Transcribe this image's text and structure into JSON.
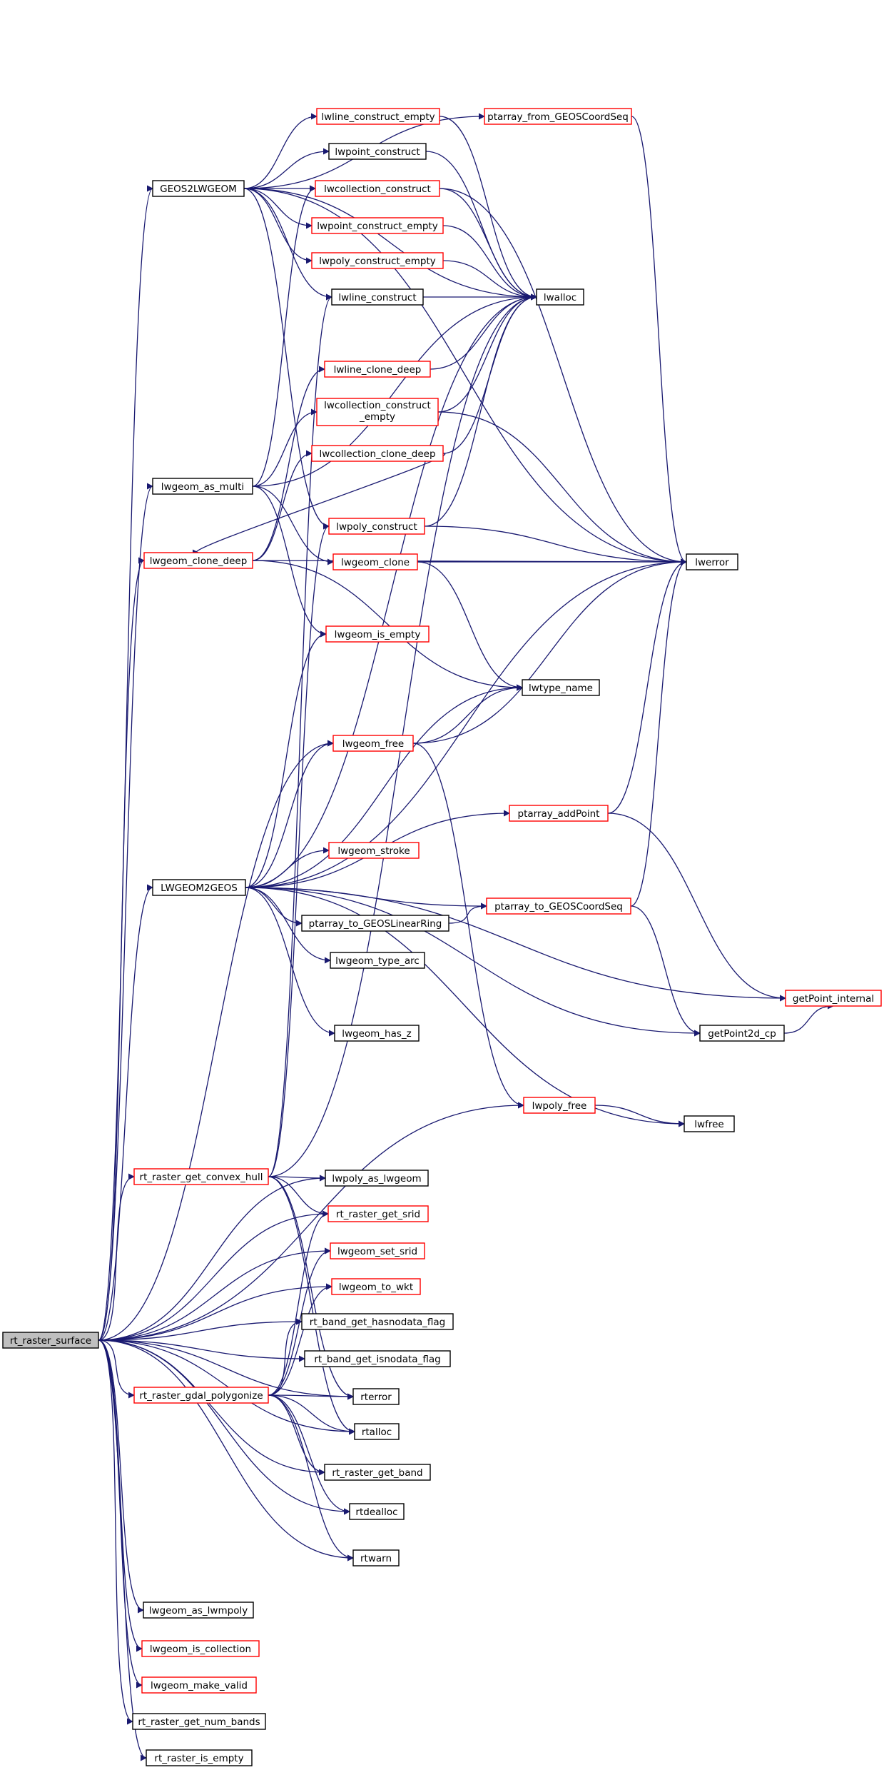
{
  "colors": {
    "edge": "#191970",
    "border_black": "#000000",
    "border_red": "#ff0000",
    "root_fill": "#bfbfbf",
    "fill": "#ffffff"
  },
  "nodes": {
    "rt_raster_surface": {
      "label": "rt_raster_surface",
      "style": "root"
    },
    "GEOS2LWGEOM": {
      "label": "GEOS2LWGEOM",
      "style": "black"
    },
    "lwline_construct_empty": {
      "label": "lwline_construct_empty",
      "style": "red"
    },
    "ptarray_from_GEOSCoordSeq": {
      "label": "ptarray_from_GEOSCoordSeq",
      "style": "red"
    },
    "lwpoint_construct": {
      "label": "lwpoint_construct",
      "style": "black"
    },
    "lwcollection_construct": {
      "label": "lwcollection_construct",
      "style": "red"
    },
    "lwpoint_construct_empty": {
      "label": "lwpoint_construct_empty",
      "style": "red"
    },
    "lwpoly_construct_empty": {
      "label": "lwpoly_construct_empty",
      "style": "red"
    },
    "lwline_construct": {
      "label": "lwline_construct",
      "style": "black"
    },
    "lwalloc": {
      "label": "lwalloc",
      "style": "black"
    },
    "lwline_clone_deep": {
      "label": "lwline_clone_deep",
      "style": "red"
    },
    "lwcollection_construct_empty": {
      "label": "lwcollection_construct",
      "label2": "_empty",
      "style": "red"
    },
    "lwcollection_clone_deep": {
      "label": "lwcollection_clone_deep",
      "style": "red"
    },
    "lwgeom_as_multi": {
      "label": "lwgeom_as_multi",
      "style": "black"
    },
    "lwpoly_construct": {
      "label": "lwpoly_construct",
      "style": "red"
    },
    "lwgeom_clone_deep": {
      "label": "lwgeom_clone_deep",
      "style": "red"
    },
    "lwgeom_clone": {
      "label": "lwgeom_clone",
      "style": "red"
    },
    "lwerror": {
      "label": "lwerror",
      "style": "black"
    },
    "lwgeom_is_empty": {
      "label": "lwgeom_is_empty",
      "style": "red"
    },
    "lwtype_name": {
      "label": "lwtype_name",
      "style": "black"
    },
    "lwgeom_free": {
      "label": "lwgeom_free",
      "style": "red"
    },
    "ptarray_addPoint": {
      "label": "ptarray_addPoint",
      "style": "red"
    },
    "lwgeom_stroke": {
      "label": "lwgeom_stroke",
      "style": "red"
    },
    "LWGEOM2GEOS": {
      "label": "LWGEOM2GEOS",
      "style": "black"
    },
    "ptarray_to_GEOSCoordSeq": {
      "label": "ptarray_to_GEOSCoordSeq",
      "style": "red"
    },
    "ptarray_to_GEOSLinearRing": {
      "label": "ptarray_to_GEOSLinearRing",
      "style": "black"
    },
    "lwgeom_type_arc": {
      "label": "lwgeom_type_arc",
      "style": "black"
    },
    "getPoint_internal": {
      "label": "getPoint_internal",
      "style": "red"
    },
    "lwgeom_has_z": {
      "label": "lwgeom_has_z",
      "style": "black"
    },
    "getPoint2d_cp": {
      "label": "getPoint2d_cp",
      "style": "black"
    },
    "lwpoly_free": {
      "label": "lwpoly_free",
      "style": "red"
    },
    "lwfree": {
      "label": "lwfree",
      "style": "black"
    },
    "rt_raster_get_convex_hull": {
      "label": "rt_raster_get_convex_hull",
      "style": "red"
    },
    "lwpoly_as_lwgeom": {
      "label": "lwpoly_as_lwgeom",
      "style": "black"
    },
    "rt_raster_get_srid": {
      "label": "rt_raster_get_srid",
      "style": "red"
    },
    "lwgeom_set_srid": {
      "label": "lwgeom_set_srid",
      "style": "red"
    },
    "lwgeom_to_wkt": {
      "label": "lwgeom_to_wkt",
      "style": "red"
    },
    "rt_band_get_hasnodata_flag": {
      "label": "rt_band_get_hasnodata_flag",
      "style": "black"
    },
    "rt_band_get_isnodata_flag": {
      "label": "rt_band_get_isnodata_flag",
      "style": "black"
    },
    "rt_raster_gdal_polygonize": {
      "label": "rt_raster_gdal_polygonize",
      "style": "red"
    },
    "rterror": {
      "label": "rterror",
      "style": "black"
    },
    "rtalloc": {
      "label": "rtalloc",
      "style": "black"
    },
    "rt_raster_get_band": {
      "label": "rt_raster_get_band",
      "style": "black"
    },
    "rtdealloc": {
      "label": "rtdealloc",
      "style": "black"
    },
    "rtwarn": {
      "label": "rtwarn",
      "style": "black"
    },
    "lwgeom_as_lwmpoly": {
      "label": "lwgeom_as_lwmpoly",
      "style": "black"
    },
    "lwgeom_is_collection": {
      "label": "lwgeom_is_collection",
      "style": "red"
    },
    "lwgeom_make_valid": {
      "label": "lwgeom_make_valid",
      "style": "red"
    },
    "rt_raster_get_num_bands": {
      "label": "rt_raster_get_num_bands",
      "style": "black"
    },
    "rt_raster_is_empty": {
      "label": "rt_raster_is_empty",
      "style": "black"
    }
  },
  "edges": [
    [
      "rt_raster_surface",
      "GEOS2LWGEOM"
    ],
    [
      "rt_raster_surface",
      "lwgeom_as_multi"
    ],
    [
      "rt_raster_surface",
      "lwgeom_clone_deep"
    ],
    [
      "rt_raster_surface",
      "lwgeom_free"
    ],
    [
      "rt_raster_surface",
      "LWGEOM2GEOS"
    ],
    [
      "rt_raster_surface",
      "lwpoly_free"
    ],
    [
      "rt_raster_surface",
      "rt_raster_get_convex_hull"
    ],
    [
      "rt_raster_surface",
      "lwpoly_as_lwgeom"
    ],
    [
      "rt_raster_surface",
      "rt_raster_get_srid"
    ],
    [
      "rt_raster_surface",
      "lwgeom_set_srid"
    ],
    [
      "rt_raster_surface",
      "lwgeom_to_wkt"
    ],
    [
      "rt_raster_surface",
      "rt_band_get_hasnodata_flag"
    ],
    [
      "rt_raster_surface",
      "rt_band_get_isnodata_flag"
    ],
    [
      "rt_raster_surface",
      "rt_raster_gdal_polygonize"
    ],
    [
      "rt_raster_surface",
      "rterror"
    ],
    [
      "rt_raster_surface",
      "rtalloc"
    ],
    [
      "rt_raster_surface",
      "rt_raster_get_band"
    ],
    [
      "rt_raster_surface",
      "rtdealloc"
    ],
    [
      "rt_raster_surface",
      "rtwarn"
    ],
    [
      "rt_raster_surface",
      "lwgeom_as_lwmpoly"
    ],
    [
      "rt_raster_surface",
      "lwgeom_is_collection"
    ],
    [
      "rt_raster_surface",
      "lwgeom_make_valid"
    ],
    [
      "rt_raster_surface",
      "rt_raster_get_num_bands"
    ],
    [
      "rt_raster_surface",
      "rt_raster_is_empty"
    ],
    [
      "GEOS2LWGEOM",
      "lwline_construct_empty"
    ],
    [
      "GEOS2LWGEOM",
      "ptarray_from_GEOSCoordSeq"
    ],
    [
      "GEOS2LWGEOM",
      "lwpoint_construct"
    ],
    [
      "GEOS2LWGEOM",
      "lwcollection_construct"
    ],
    [
      "GEOS2LWGEOM",
      "lwpoint_construct_empty"
    ],
    [
      "GEOS2LWGEOM",
      "lwpoly_construct_empty"
    ],
    [
      "GEOS2LWGEOM",
      "lwline_construct"
    ],
    [
      "GEOS2LWGEOM",
      "lwalloc"
    ],
    [
      "GEOS2LWGEOM",
      "lwerror"
    ],
    [
      "GEOS2LWGEOM",
      "lwpoly_construct"
    ],
    [
      "lwline_construct_empty",
      "lwalloc"
    ],
    [
      "ptarray_from_GEOSCoordSeq",
      "lwerror"
    ],
    [
      "lwpoint_construct",
      "lwalloc"
    ],
    [
      "lwcollection_construct",
      "lwalloc"
    ],
    [
      "lwcollection_construct",
      "lwerror"
    ],
    [
      "lwpoint_construct_empty",
      "lwalloc"
    ],
    [
      "lwpoly_construct_empty",
      "lwalloc"
    ],
    [
      "lwline_construct",
      "lwalloc"
    ],
    [
      "lwline_clone_deep",
      "lwalloc"
    ],
    [
      "lwcollection_construct_empty",
      "lwalloc"
    ],
    [
      "lwcollection_construct_empty",
      "lwerror"
    ],
    [
      "lwcollection_clone_deep",
      "lwalloc"
    ],
    [
      "lwcollection_clone_deep",
      "lwgeom_clone_deep"
    ],
    [
      "lwpoly_construct",
      "lwalloc"
    ],
    [
      "lwpoly_construct",
      "lwerror"
    ],
    [
      "lwgeom_as_multi",
      "lwcollection_construct"
    ],
    [
      "lwgeom_as_multi",
      "lwalloc"
    ],
    [
      "lwgeom_as_multi",
      "lwcollection_construct_empty"
    ],
    [
      "lwgeom_as_multi",
      "lwgeom_clone"
    ],
    [
      "lwgeom_as_multi",
      "lwgeom_is_empty"
    ],
    [
      "lwgeom_clone_deep",
      "lwline_clone_deep"
    ],
    [
      "lwgeom_clone_deep",
      "lwcollection_clone_deep"
    ],
    [
      "lwgeom_clone_deep",
      "lwerror"
    ],
    [
      "lwgeom_clone_deep",
      "lwtype_name"
    ],
    [
      "lwgeom_clone",
      "lwerror"
    ],
    [
      "lwgeom_clone",
      "lwtype_name"
    ],
    [
      "lwgeom_free",
      "lwerror"
    ],
    [
      "lwgeom_free",
      "lwtype_name"
    ],
    [
      "lwgeom_free",
      "lwpoly_free"
    ],
    [
      "ptarray_addPoint",
      "lwerror"
    ],
    [
      "ptarray_addPoint",
      "getPoint_internal"
    ],
    [
      "LWGEOM2GEOS",
      "lwalloc"
    ],
    [
      "LWGEOM2GEOS",
      "lwerror"
    ],
    [
      "LWGEOM2GEOS",
      "lwgeom_is_empty"
    ],
    [
      "LWGEOM2GEOS",
      "lwtype_name"
    ],
    [
      "LWGEOM2GEOS",
      "lwgeom_free"
    ],
    [
      "LWGEOM2GEOS",
      "ptarray_addPoint"
    ],
    [
      "LWGEOM2GEOS",
      "lwgeom_stroke"
    ],
    [
      "LWGEOM2GEOS",
      "ptarray_to_GEOSCoordSeq"
    ],
    [
      "LWGEOM2GEOS",
      "ptarray_to_GEOSLinearRing"
    ],
    [
      "LWGEOM2GEOS",
      "lwgeom_type_arc"
    ],
    [
      "LWGEOM2GEOS",
      "getPoint_internal"
    ],
    [
      "LWGEOM2GEOS",
      "lwgeom_has_z"
    ],
    [
      "LWGEOM2GEOS",
      "getPoint2d_cp"
    ],
    [
      "LWGEOM2GEOS",
      "lwfree"
    ],
    [
      "ptarray_to_GEOSLinearRing",
      "ptarray_to_GEOSCoordSeq"
    ],
    [
      "ptarray_to_GEOSCoordSeq",
      "lwerror"
    ],
    [
      "ptarray_to_GEOSCoordSeq",
      "getPoint2d_cp"
    ],
    [
      "getPoint2d_cp",
      "getPoint_internal"
    ],
    [
      "lwpoly_free",
      "lwfree"
    ],
    [
      "rt_raster_get_convex_hull",
      "lwpoly_as_lwgeom"
    ],
    [
      "rt_raster_get_convex_hull",
      "rt_raster_get_srid"
    ],
    [
      "rt_raster_get_convex_hull",
      "rterror"
    ],
    [
      "rt_raster_get_convex_hull",
      "rtalloc"
    ],
    [
      "rt_raster_get_convex_hull",
      "lwline_construct"
    ],
    [
      "rt_raster_get_convex_hull",
      "lwpoly_construct"
    ],
    [
      "rt_raster_get_convex_hull",
      "lwalloc"
    ],
    [
      "rt_raster_gdal_polygonize",
      "rt_raster_get_srid"
    ],
    [
      "rt_raster_gdal_polygonize",
      "lwgeom_set_srid"
    ],
    [
      "rt_raster_gdal_polygonize",
      "lwgeom_to_wkt"
    ],
    [
      "rt_raster_gdal_polygonize",
      "rt_band_get_hasnodata_flag"
    ],
    [
      "rt_raster_gdal_polygonize",
      "rterror"
    ],
    [
      "rt_raster_gdal_polygonize",
      "rtalloc"
    ],
    [
      "rt_raster_gdal_polygonize",
      "rt_raster_get_band"
    ],
    [
      "rt_raster_gdal_polygonize",
      "rtdealloc"
    ],
    [
      "rt_raster_gdal_polygonize",
      "rtwarn"
    ]
  ]
}
